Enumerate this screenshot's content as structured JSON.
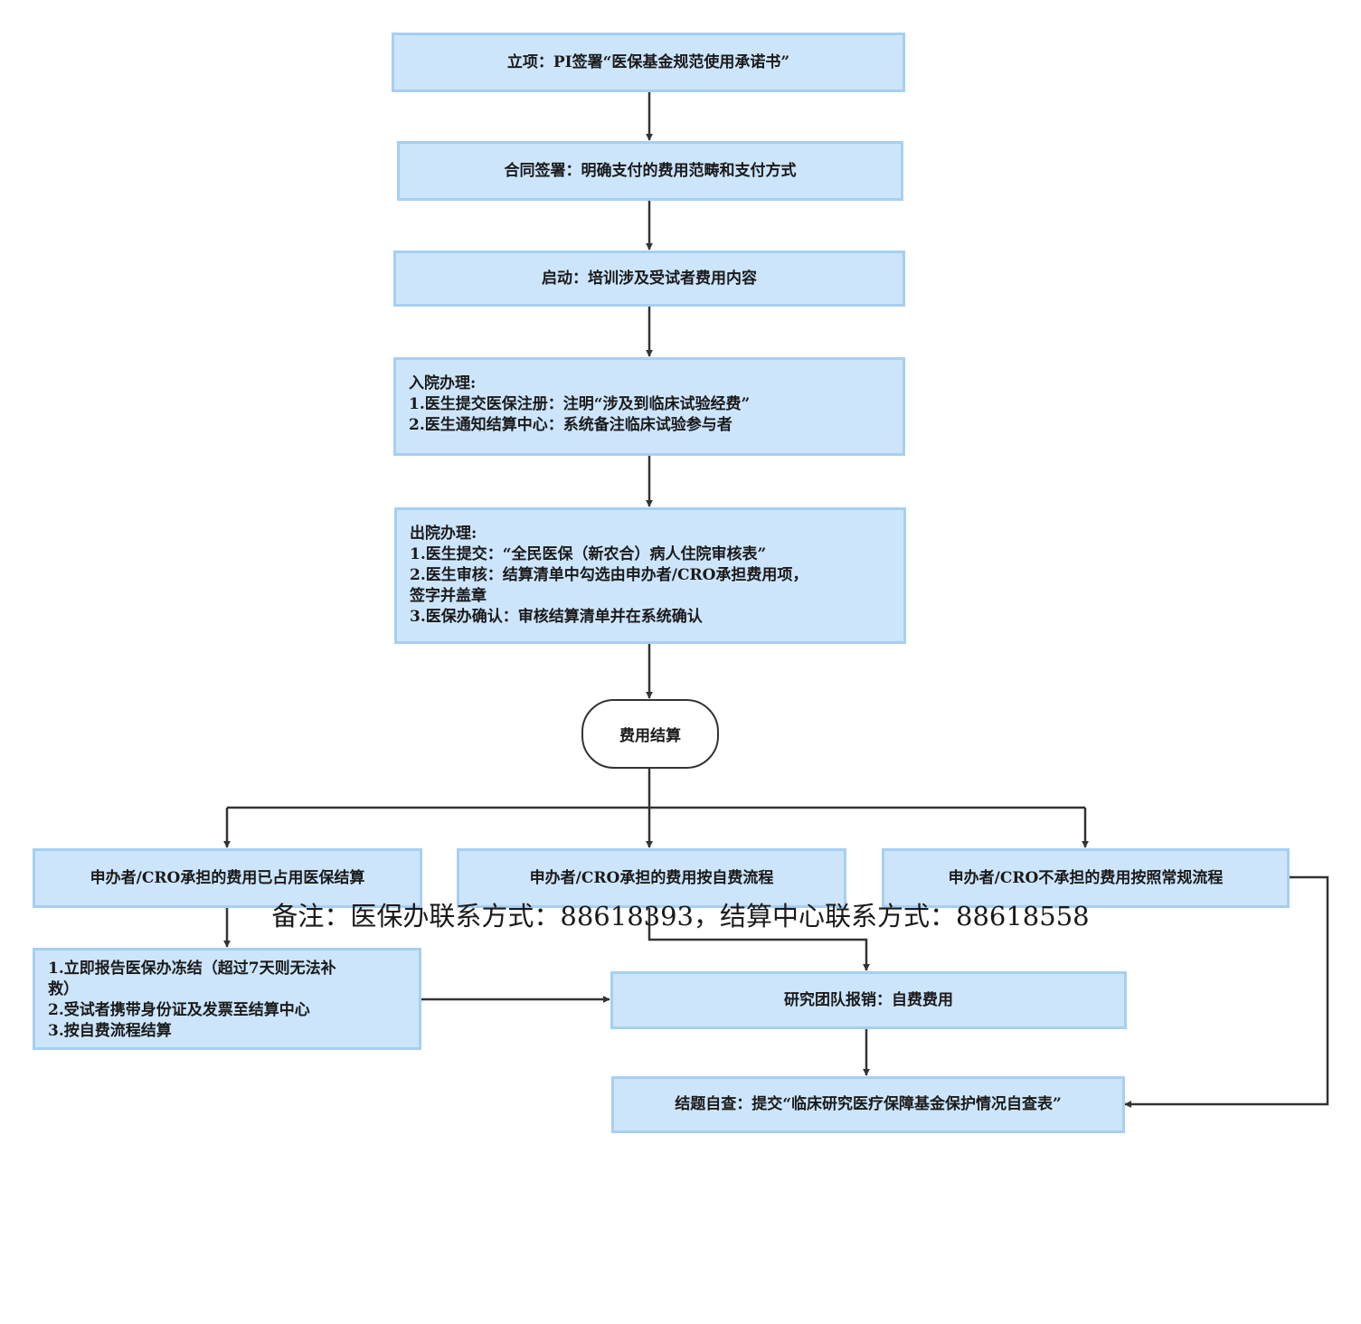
{
  "colors": {
    "box_fill": "#cce5fb",
    "box_border": "#a6cff2",
    "connector": "#333333"
  },
  "steps": {
    "project": "立项：PI签署“医保基金规范使用承诺书”",
    "contract": "合同签署：明确支付的费用范畴和支付方式",
    "kickoff": "启动：培训涉及受试者费用内容",
    "admission": {
      "title": "入院办理:",
      "lines": [
        "1.医生提交医保注册：注明“涉及到临床试验经费”",
        "2.医生通知结算中心：系统备注临床试验参与者"
      ]
    },
    "discharge": {
      "title": "出院办理:",
      "lines": [
        "1.医生提交：“全民医保（新农合）病人住院审核表”",
        "2.医生审核：结算清单中勾选由申办者/CRO承担费用项，",
        "签字并盖章",
        "3.医保办确认：审核结算清单并在系统确认"
      ]
    }
  },
  "settlement": "费用结算",
  "branches": {
    "left": "申办者/CRO承担的费用已占用医保结算",
    "middle": "申办者/CRO承担的费用按自费流程",
    "right": "申办者/CRO不承担的费用按照常规流程"
  },
  "remedy": {
    "lines": [
      "1.立即报告医保办冻结（超过7天则无法补",
      "救）",
      "2.受试者携带身份证及发票至结算中心",
      "3.按自费流程结算"
    ]
  },
  "reimbursement": "研究团队报销：自费费用",
  "closing": "结题自查：提交“临床研究医疗保障基金保护情况自查表”",
  "note": "备注：医保办联系方式：88618393，结算中心联系方式：88618558"
}
